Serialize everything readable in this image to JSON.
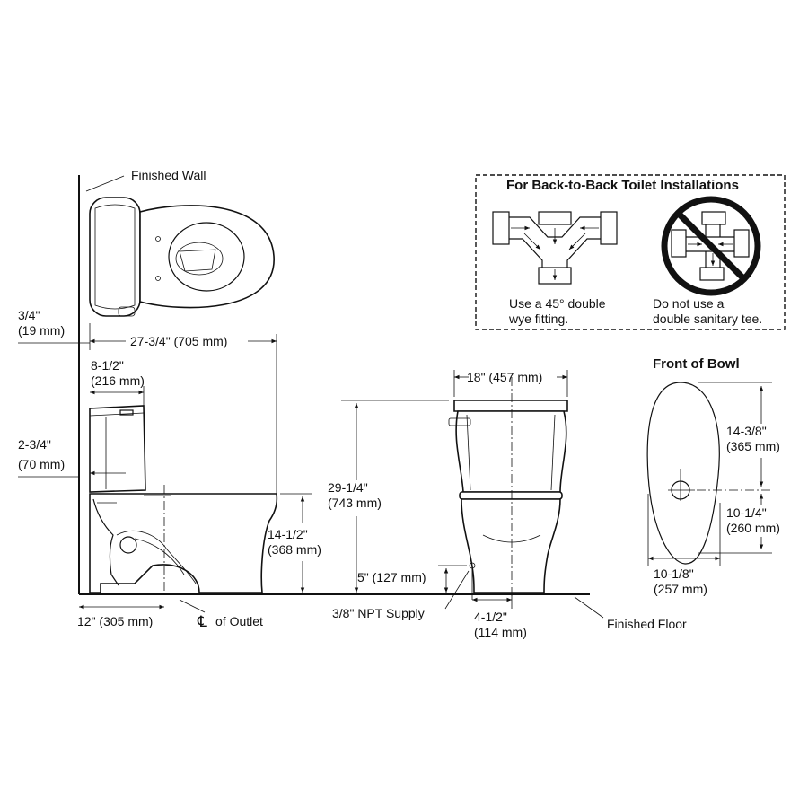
{
  "labels": {
    "finished_wall": "Finished Wall",
    "finished_floor": "Finished Floor",
    "npt_supply": "3/8\" NPT Supply",
    "cl_outlet_symbol": "℄",
    "cl_outlet_text": "of Outlet",
    "front_of_bowl": "Front of Bowl"
  },
  "dimensions": {
    "wall_gap_in": "3/4\"",
    "wall_gap_mm": "(19 mm)",
    "overall_depth": "27-3/4\" (705 mm)",
    "tank_depth_in": "8-1/2\"",
    "tank_depth_mm": "(216 mm)",
    "tank_offset_in": "2-3/4\"",
    "tank_offset_mm": "(70 mm)",
    "rough_in": "12\" (305 mm)",
    "rim_height_in": "14-1/2\"",
    "rim_height_mm": "(368 mm)",
    "overall_height_in": "29-1/4\"",
    "overall_height_mm": "(743 mm)",
    "tank_width": "18\" (457 mm)",
    "supply_height": "5\" (127 mm)",
    "supply_offset_in": "4-1/2\"",
    "supply_offset_mm": "(114 mm)",
    "bowl_front_in": "14-3/8\"",
    "bowl_front_mm": "(365 mm)",
    "bowl_rear_in": "10-1/4\"",
    "bowl_rear_mm": "(260 mm)",
    "bowl_width_in": "10-1/8\"",
    "bowl_width_mm": "(257 mm)"
  },
  "back_to_back": {
    "title": "For Back-to-Back Toilet Installations",
    "do_line1": "Use a 45° double",
    "do_line2": "wye fitting.",
    "dont_line1": "Do not use a",
    "dont_line2": "double sanitary tee."
  }
}
